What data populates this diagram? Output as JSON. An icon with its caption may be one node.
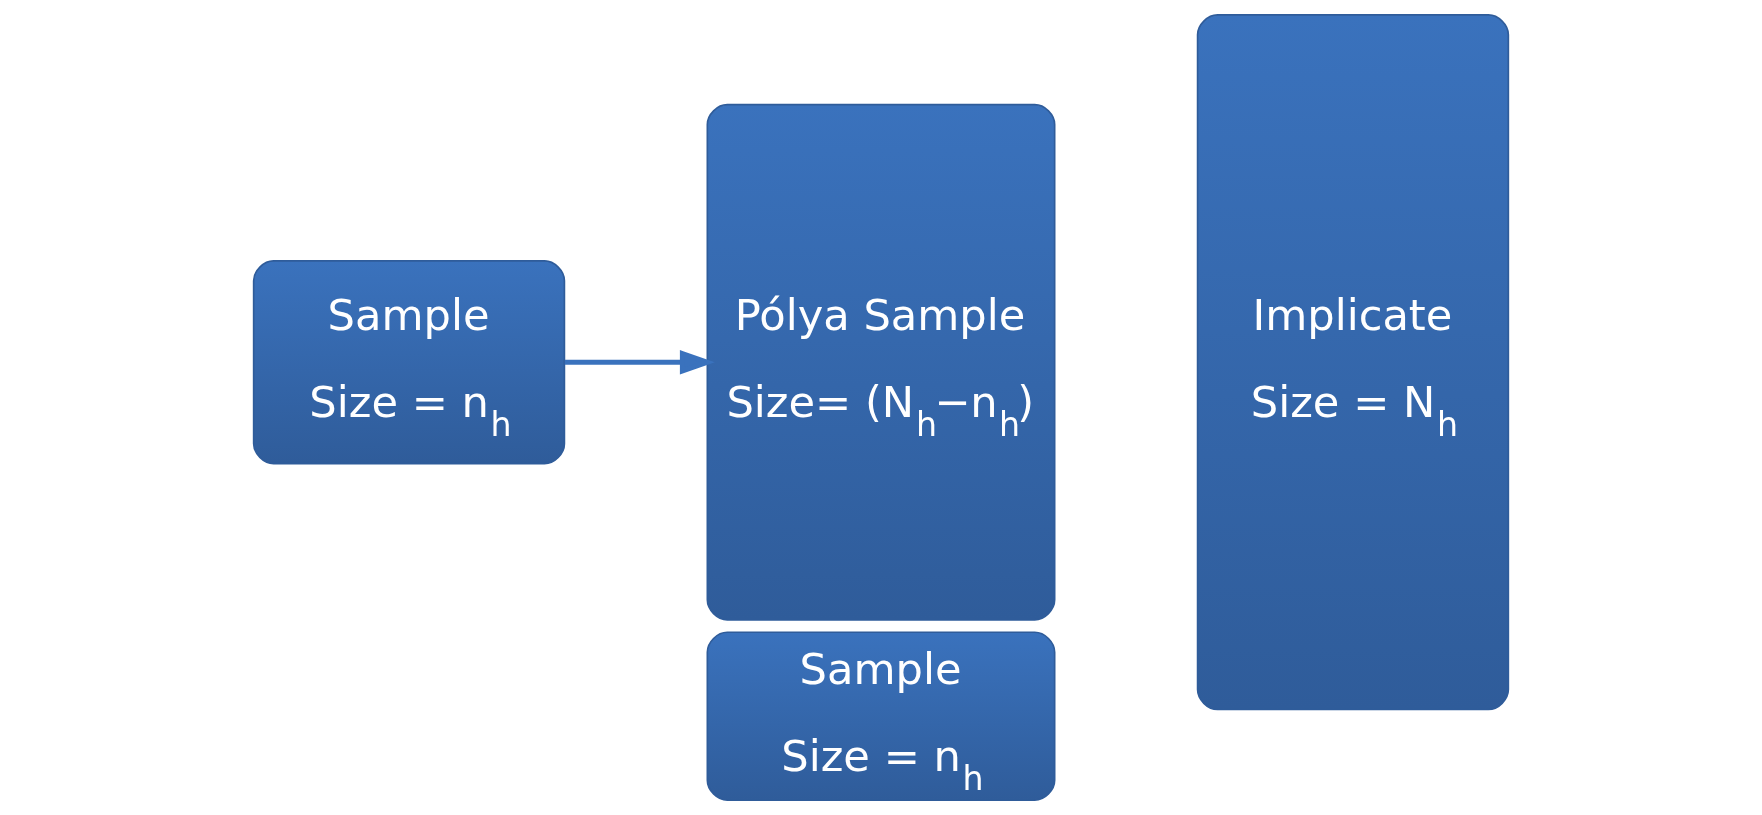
{
  "diagram": {
    "nodes": [
      {
        "text": [
          "Sample",
          "Size = n$_{h}$"
        ]
      },
      {
        "text": [
          "Pólya Sample",
          "Size= (N$_{h}$−n$_{h}$)"
        ]
      },
      {
        "text": [
          "Sample",
          "Size = n$_{h}$"
        ]
      },
      {
        "text": [
          "Implicate",
          "Size = N$_{h}$"
        ]
      }
    ],
    "edges": [
      {
        "from": 0,
        "to": 1,
        "arrow": "to"
      }
    ]
  }
}
